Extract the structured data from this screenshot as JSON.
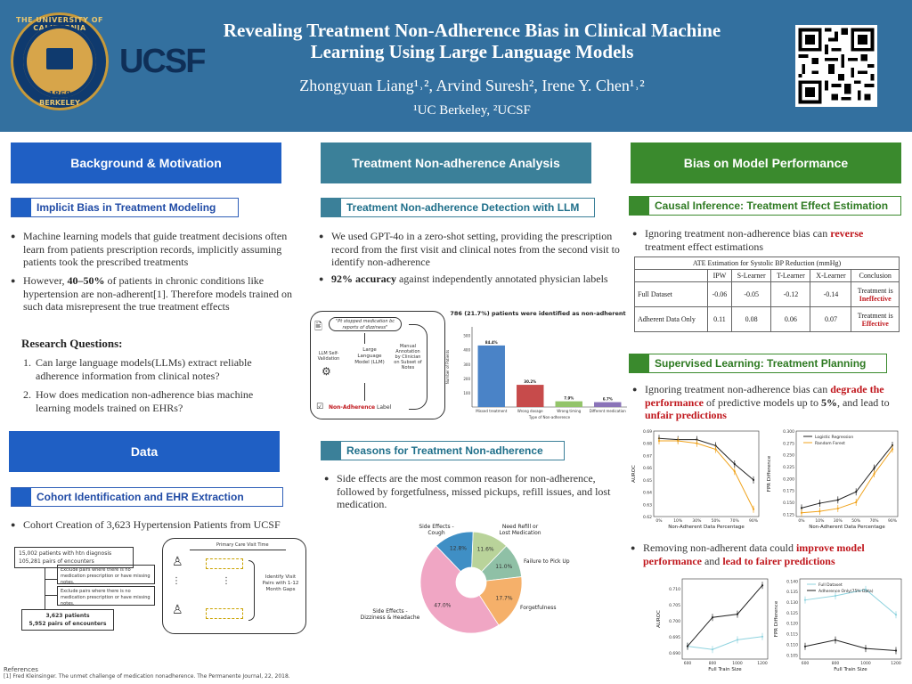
{
  "header": {
    "title_line1": "Revealing Treatment Non-Adherence Bias in Clinical Machine",
    "title_line2": "Learning Using Large Language Models",
    "authors": "Zhongyuan Liang¹˒², Arvind Suresh², Irene Y. Chen¹˒²",
    "affiliations": "¹UC Berkeley, ²UCSF",
    "logo_text": "UCSF",
    "seal_top": "THE UNIVERSITY OF CALIFORNIA",
    "seal_bottom": "BERKELEY",
    "seal_year": "1868"
  },
  "colors": {
    "header": "#33709f",
    "blue": "#1f5fc4",
    "teal": "#3b8099",
    "green": "#3a8a2d"
  },
  "col1": {
    "section_title": "Background & Motivation",
    "sub1": "Implicit Bias in Treatment Modeling",
    "bullet1": "Machine learning models that guide treatment decisions often learn from patients prescription records, implicitly assuming patients took the prescribed treatments",
    "bullet2_pre": "However, ",
    "bullet2_bold": "40–50%",
    "bullet2_post": " of patients in chronic conditions like hypertension are non-adherent[1]. Therefore models trained on such data misrepresent the true treatment effects",
    "rq_title": "Research Questions:",
    "rq1": "Can large language models(LLMs) extract reliable adherence information from clinical notes?",
    "rq2": "How does medication non-adherence bias machine learning models trained on EHRs?",
    "data_title": "Data",
    "sub2": "Cohort Identification and EHR Extraction",
    "bullet3": "Cohort Creation of 3,623 Hypertension Patients from UCSF",
    "flow": {
      "box1a": "15,002 patients with htn diagnosis",
      "box1b": "105,281 pairs of encounters",
      "ex1": "Exclude pairs where there is no medication prescription or have missing notes.",
      "ex2": "Exclude pairs where there is no medication prescription or have missing notes.",
      "box2a": "3,623 patients",
      "box2b": "5,952 pairs of encounters",
      "timeline": "Primary Care Visit Time",
      "identify": "Identify Visit Pairs with 1-12 Month Gaps"
    }
  },
  "col2": {
    "section_title": "Treatment Non-adherence Analysis",
    "sub1": "Treatment Non-adherence Detection with LLM",
    "bullet1": "We used GPT-4o in a zero-shot setting, providing the prescription record from the first visit and clinical notes from the second visit to identify non-adherence",
    "bullet2_bold": "92% accuracy",
    "bullet2_post": " against independently annotated physician labels",
    "diagram": {
      "quote": "\"Pt stopped medication bc reports of dizziness\"",
      "llm_self": "LLM Self-Validation",
      "llm": "Large Language Model (LLM)",
      "manual": "Manual Annotation by Clinician on Subset of Notes",
      "label_red": "Non-Adherence",
      "label_rest": " Label"
    },
    "sub2": "Reasons for Treatment Non-adherence",
    "bullet3": "Side effects are the most common reason for non-adherence, followed by forgetfulness, missed pickups, refill issues, and lost medication."
  },
  "col3": {
    "section_title": "Bias on Model Performance",
    "sub1": "Causal Inference: Treatment Effect Estimation",
    "bullet1_pre": "Ignoring treatment non-adherence bias can ",
    "bullet1_red": "reverse",
    "bullet1_post": " treatment effect estimations",
    "table": {
      "caption": "ATE Estimation for Systolic BP Reduction (mmHg)",
      "headers": [
        "",
        "IPW",
        "S-Learner",
        "T-Learner",
        "X-Learner",
        "Conclusion"
      ],
      "row1_label": "Full Dataset",
      "row1": [
        "-0.06",
        "-0.05",
        "-0.12",
        "-0.14"
      ],
      "row1_conc_pre": "Treatment is",
      "row1_conc_red": "Ineffective",
      "row2_label": "Adherent Data Only",
      "row2": [
        "0.11",
        "0.08",
        "0.06",
        "0.07"
      ],
      "row2_conc_pre": "Treatment is",
      "row2_conc_red": "Effective"
    },
    "sub2": "Supervised Learning: Treatment Planning",
    "bullet2_pre": "Ignoring treatment non-adherence bias can ",
    "bullet2_red1": "degrade the performance",
    "bullet2_mid": " of predictive models up to ",
    "bullet2_b": "5%",
    "bullet2_mid2": ", and lead to ",
    "bullet2_red2": "unfair predictions",
    "bullet3_pre": "Removing non-adherent data could ",
    "bullet3_red1": "improve model performance",
    "bullet3_mid": " and ",
    "bullet3_red2": "lead to fairer predictions"
  },
  "refs": {
    "title": "References",
    "ref1": "[1] Fred Kleinsinger. The unmet challenge of medication nonadherence. The Permanente Journal, 22, 2018."
  },
  "chart_data": [
    {
      "type": "bar",
      "title": "786 (21.7%) patients were identified as non-adherent",
      "categories": [
        "Missed treatment",
        "Wrong dosage",
        "Wrong timing",
        "Different medication"
      ],
      "values": [
        84.4,
        30.2,
        7.9,
        6.7
      ],
      "data_labels": [
        "84.4%",
        "30.2%",
        "7.9%",
        "6.7%"
      ],
      "xlabel": "Type of Non-adherence",
      "ylabel": "Number of Patients",
      "yticks": [
        "100",
        "200",
        "300",
        "400",
        "500"
      ],
      "ylim": [
        0,
        560
      ]
    },
    {
      "type": "pie",
      "categories": [
        "Side Effects - Dizziness & Headache",
        "Side Effects - Cough",
        "Need Refill or Lost Medication",
        "Failure to Pick Up",
        "Forgetfulness"
      ],
      "values": [
        47.0,
        12.8,
        11.6,
        11.0,
        17.7
      ],
      "labels_pct": [
        "47.0%",
        "12.8%",
        "11.6%",
        "11.0%",
        "17.7%"
      ],
      "colors": [
        "#f0a6c4",
        "#3f8fc5",
        "#b9d39a",
        "#8fc0a6",
        "#f5b06a"
      ]
    },
    {
      "type": "line",
      "xlabel": "Non-Adherent Data Percentage",
      "ylabel": "AUROC",
      "x": [
        "0%",
        "10%",
        "30%",
        "50%",
        "70%",
        "90%"
      ],
      "ylim": [
        0.62,
        0.69
      ],
      "yticks": [
        "0.62",
        "0.63",
        "0.64",
        "0.65",
        "0.66",
        "0.67",
        "0.68",
        "0.69"
      ],
      "series": [
        {
          "name": "Logistic Regression",
          "values": [
            0.684,
            0.683,
            0.683,
            0.678,
            0.663,
            0.65
          ]
        },
        {
          "name": "Random Forest",
          "values": [
            0.682,
            0.682,
            0.68,
            0.675,
            0.657,
            0.626
          ]
        }
      ]
    },
    {
      "type": "line",
      "xlabel": "Non-Adherent Data Percentage",
      "ylabel": "FPR Difference",
      "x": [
        "0%",
        "10%",
        "30%",
        "50%",
        "70%",
        "90%"
      ],
      "ylim": [
        0.12,
        0.3
      ],
      "yticks": [
        "0.125",
        "0.150",
        "0.175",
        "0.200",
        "0.225",
        "0.250",
        "0.275",
        "0.300"
      ],
      "legend": [
        "Logistic Regression",
        "Random Forest"
      ],
      "series": [
        {
          "name": "Logistic Regression",
          "values": [
            0.138,
            0.148,
            0.155,
            0.172,
            0.222,
            0.27
          ]
        },
        {
          "name": "Random Forest",
          "values": [
            0.128,
            0.131,
            0.137,
            0.15,
            0.21,
            0.262
          ]
        }
      ]
    },
    {
      "type": "line",
      "xlabel": "Full Train Size",
      "ylabel": "AUROC",
      "x": [
        600,
        800,
        1000,
        1200
      ],
      "ylim": [
        0.688,
        0.713
      ],
      "yticks": [
        "0.690",
        "0.695",
        "0.700",
        "0.705",
        "0.710"
      ],
      "series": [
        {
          "name": "Full Dataset",
          "values": [
            0.692,
            0.691,
            0.694,
            0.695
          ]
        },
        {
          "name": "Adherence Only(75% Data)",
          "values": [
            0.692,
            0.701,
            0.702,
            0.711
          ]
        }
      ]
    },
    {
      "type": "line",
      "xlabel": "Full Train Size",
      "ylabel": "FPR Difference",
      "x": [
        600,
        800,
        1000,
        1200
      ],
      "ylim": [
        0.103,
        0.141
      ],
      "yticks": [
        "0.105",
        "0.110",
        "0.115",
        "0.120",
        "0.125",
        "0.130",
        "0.135",
        "0.140"
      ],
      "legend": [
        "Full Dataset",
        "Adherence Only(75% Data)"
      ],
      "series": [
        {
          "name": "Full Dataset",
          "values": [
            0.131,
            0.133,
            0.136,
            0.124
          ]
        },
        {
          "name": "Adherence Only(75% Data)",
          "values": [
            0.109,
            0.112,
            0.108,
            0.107
          ]
        }
      ]
    }
  ]
}
